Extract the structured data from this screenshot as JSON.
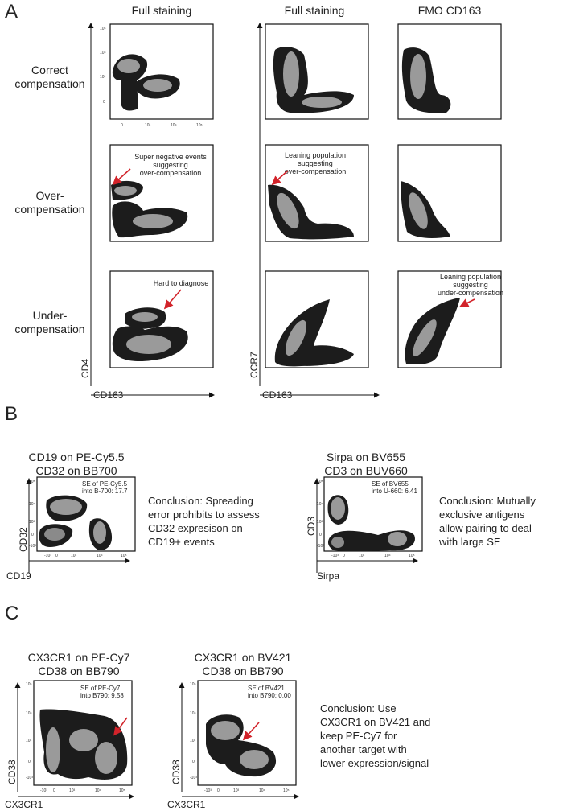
{
  "panel_a": {
    "letter": "A",
    "col_headers": [
      "Full staining",
      "Full staining",
      "FMO CD163"
    ],
    "row_labels": [
      [
        "Correct",
        "compensation"
      ],
      [
        "Over-",
        "compensation"
      ],
      [
        "Under-",
        "compensation"
      ]
    ],
    "left_axes": {
      "y": "CD4",
      "x": "CD163"
    },
    "right_axes": {
      "y": "CCR7",
      "x": "CD163"
    },
    "annotations": {
      "over_left": [
        "Super negative events",
        "suggesting",
        "over-compensation"
      ],
      "over_mid": [
        "Leaning population",
        "suggesting",
        "over-compensation"
      ],
      "under_left": [
        "Hard to diagnose"
      ],
      "under_right": [
        "Leaning population",
        "suggesting",
        "under-compensation"
      ]
    },
    "y_ticks": [
      "10⁵",
      "10⁴",
      "10³",
      "0"
    ],
    "x_ticks": [
      "0",
      "10³",
      "10⁴",
      "10⁵"
    ]
  },
  "panel_b": {
    "letter": "B",
    "plot1": {
      "title": [
        "CD19 on PE-Cy5.5",
        "CD32 on BB700"
      ],
      "se": [
        "SE of PE-Cy5.5",
        "into B-700: 17.7"
      ],
      "ylabel": "CD32",
      "xlabel": "CD19",
      "conclusion": [
        "Conclusion: Spreading",
        "error prohibits to assess",
        "CD32 expresison on",
        "CD19+ events"
      ]
    },
    "plot2": {
      "title": [
        "Sirpa on BV655",
        "CD3 on BUV660"
      ],
      "se": [
        "SE of BV655",
        "into U-660: 6.41"
      ],
      "ylabel": "CD3",
      "xlabel": "Sirpa",
      "conclusion": [
        "Conclusion: Mutually",
        "exclusive antigens",
        "allow pairing to deal",
        "with large SE"
      ]
    },
    "y_ticks": [
      "10⁵",
      "10⁴",
      "10³",
      "0",
      "-10³"
    ],
    "x_ticks": [
      "-10³",
      "0",
      "10³",
      "10⁴",
      "10⁵"
    ]
  },
  "panel_c": {
    "letter": "C",
    "plot1": {
      "title": [
        "CX3CR1 on PE-Cy7",
        "CD38 on BB790"
      ],
      "se": [
        "SE of PE-Cy7",
        "into B790: 9.58"
      ],
      "ylabel": "CD38",
      "xlabel": "CX3CR1"
    },
    "plot2": {
      "title": [
        "CX3CR1 on BV421",
        "CD38 on BB790"
      ],
      "se": [
        "SE of BV421",
        "into B790: 0.00"
      ],
      "ylabel": "CD38",
      "xlabel": "CX3CR1"
    },
    "conclusion": [
      "Conclusion: Use",
      "CX3CR1 on BV421 and",
      "keep PE-Cy7 for",
      "another target with",
      "lower expression/signal"
    ],
    "y_ticks": [
      "10⁵",
      "10⁴",
      "10³",
      "0",
      "-10³"
    ],
    "x_ticks": [
      "-10³",
      "0",
      "10³",
      "10⁴",
      "10⁵"
    ]
  },
  "colors": {
    "arrow": "#d2232a",
    "contour": "#555555",
    "density": "#111111"
  }
}
